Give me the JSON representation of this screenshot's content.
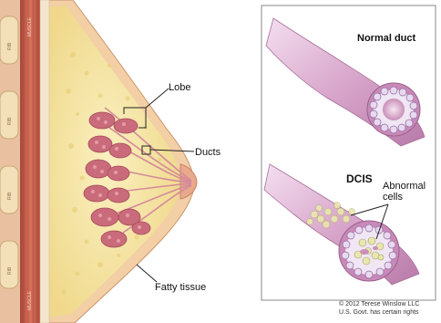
{
  "labels": {
    "lobe": "Lobe",
    "ducts": "Ducts",
    "fatty_tissue": "Fatty tissue",
    "normal_duct": "Normal duct",
    "dcis": "DCIS",
    "abnormal_cells_line1": "Abnormal",
    "abnormal_cells_line2": "cells",
    "rib_labels": [
      "MUSCLE",
      "RIB",
      "RIB",
      "RIB",
      "RIB",
      "MUSCLE"
    ]
  },
  "copyright": {
    "line1": "© 2012 Terese Winslow LLC",
    "line2": "U.S. Govt. has certain rights"
  },
  "colors": {
    "skin": "#f3cfa6",
    "fat": "#f6e6a4",
    "lobule": "#c76a78",
    "muscle": "#c55a42",
    "duct_wall": "#d9a3c8",
    "frame": "#888888"
  }
}
